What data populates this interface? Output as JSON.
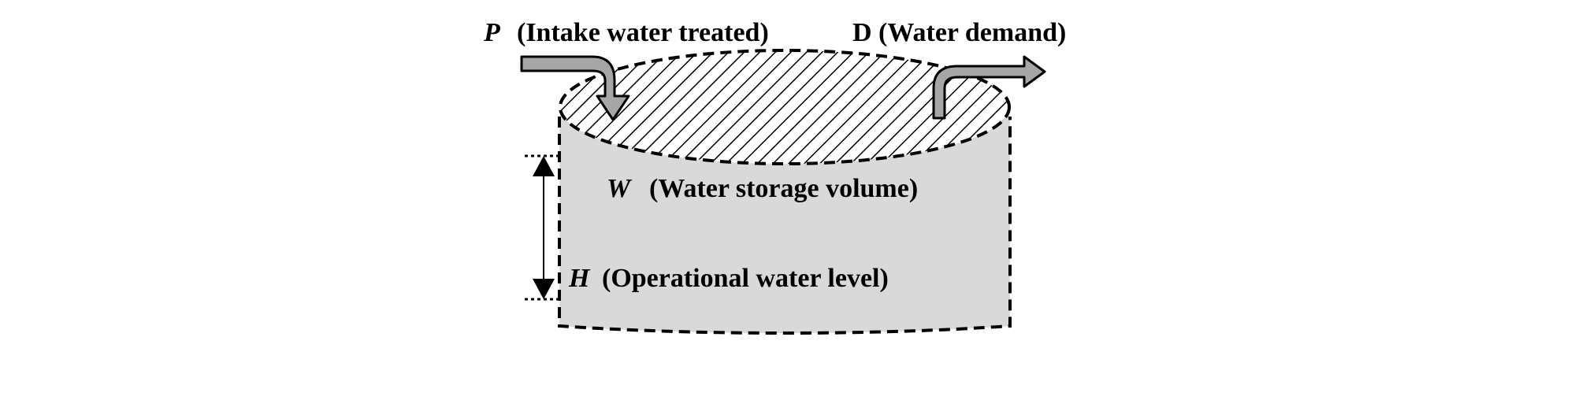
{
  "labels": {
    "intake_symbol": "P",
    "intake_text": "(Intake water treated)",
    "demand_text": "D (Water demand)",
    "storage_symbol": "W",
    "storage_text": "(Water storage volume)",
    "level_symbol": "H",
    "level_text": "(Operational water level)"
  },
  "colors": {
    "tank_fill": "#d9d9d9",
    "tank_outline": "#000000",
    "arrow_fill": "#a6a6a6",
    "hatch": "#000000",
    "text": "#000000"
  }
}
